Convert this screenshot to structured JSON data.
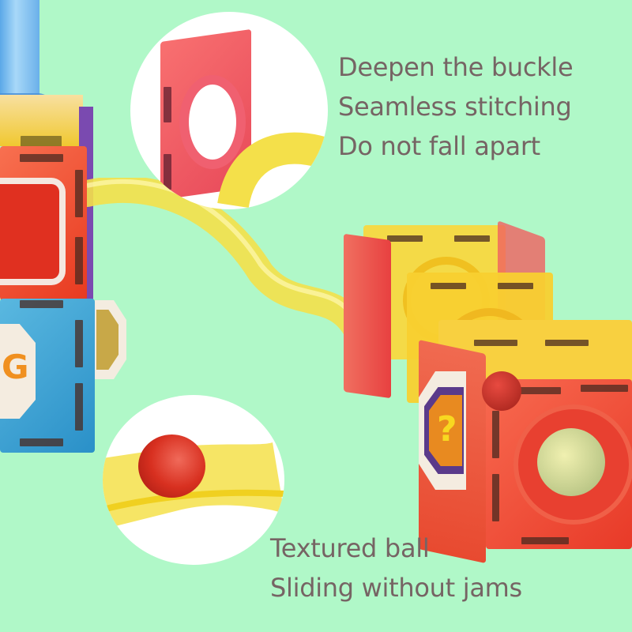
{
  "background_color": "#b0f8c8",
  "text_color": "#766464",
  "top_features": {
    "lines": [
      "Deepen the buckle",
      "Seamless stitching",
      "Do not fall apart"
    ]
  },
  "bottom_features": {
    "lines": [
      "Textured ball",
      "Sliding without jams"
    ]
  },
  "inset_top": {
    "subject": "red magnetic tile with ring hole and yellow chute connector"
  },
  "inset_bottom": {
    "subject": "red textured ball in yellow chute"
  },
  "product": {
    "left_tower": "blue tube atop red and blue magnetic tile cubes with G badge",
    "chute": "yellow curved slide",
    "right_cubes": "yellow and red magnetic tile cubes with question mark badge",
    "badge_symbol": "?",
    "badge_letter": "G"
  },
  "colors": {
    "tile_red": "#f04a3a",
    "tile_yellow": "#f8d83a",
    "tile_blue": "#3aa8d8",
    "tile_purple": "#7a4ab0",
    "chute_yellow": "#f4e04a",
    "ball_red": "#d83020",
    "badge_orange": "#e88a20",
    "badge_purple": "#5a3a8a"
  }
}
